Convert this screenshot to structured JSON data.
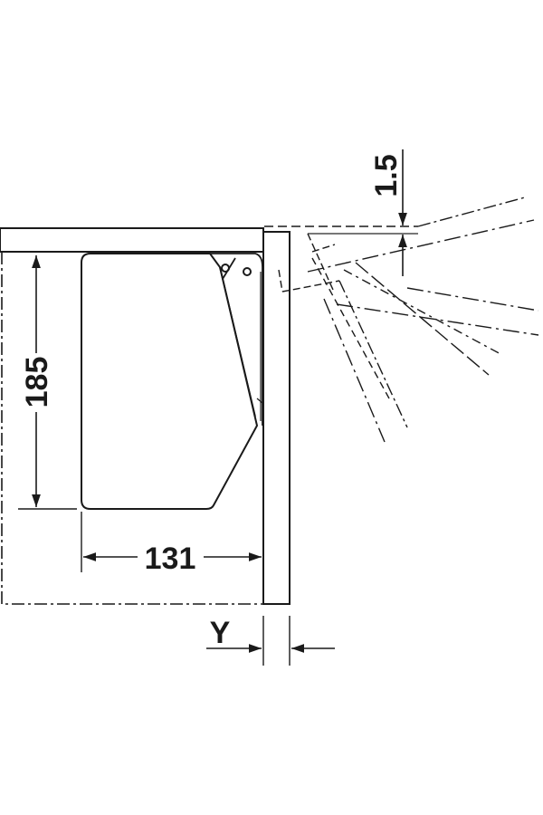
{
  "drawing": {
    "dimension_height": "185",
    "dimension_width": "131",
    "dimension_gap": "1.5",
    "dimension_offset": "Y",
    "line_color": "#1a1a1a"
  }
}
